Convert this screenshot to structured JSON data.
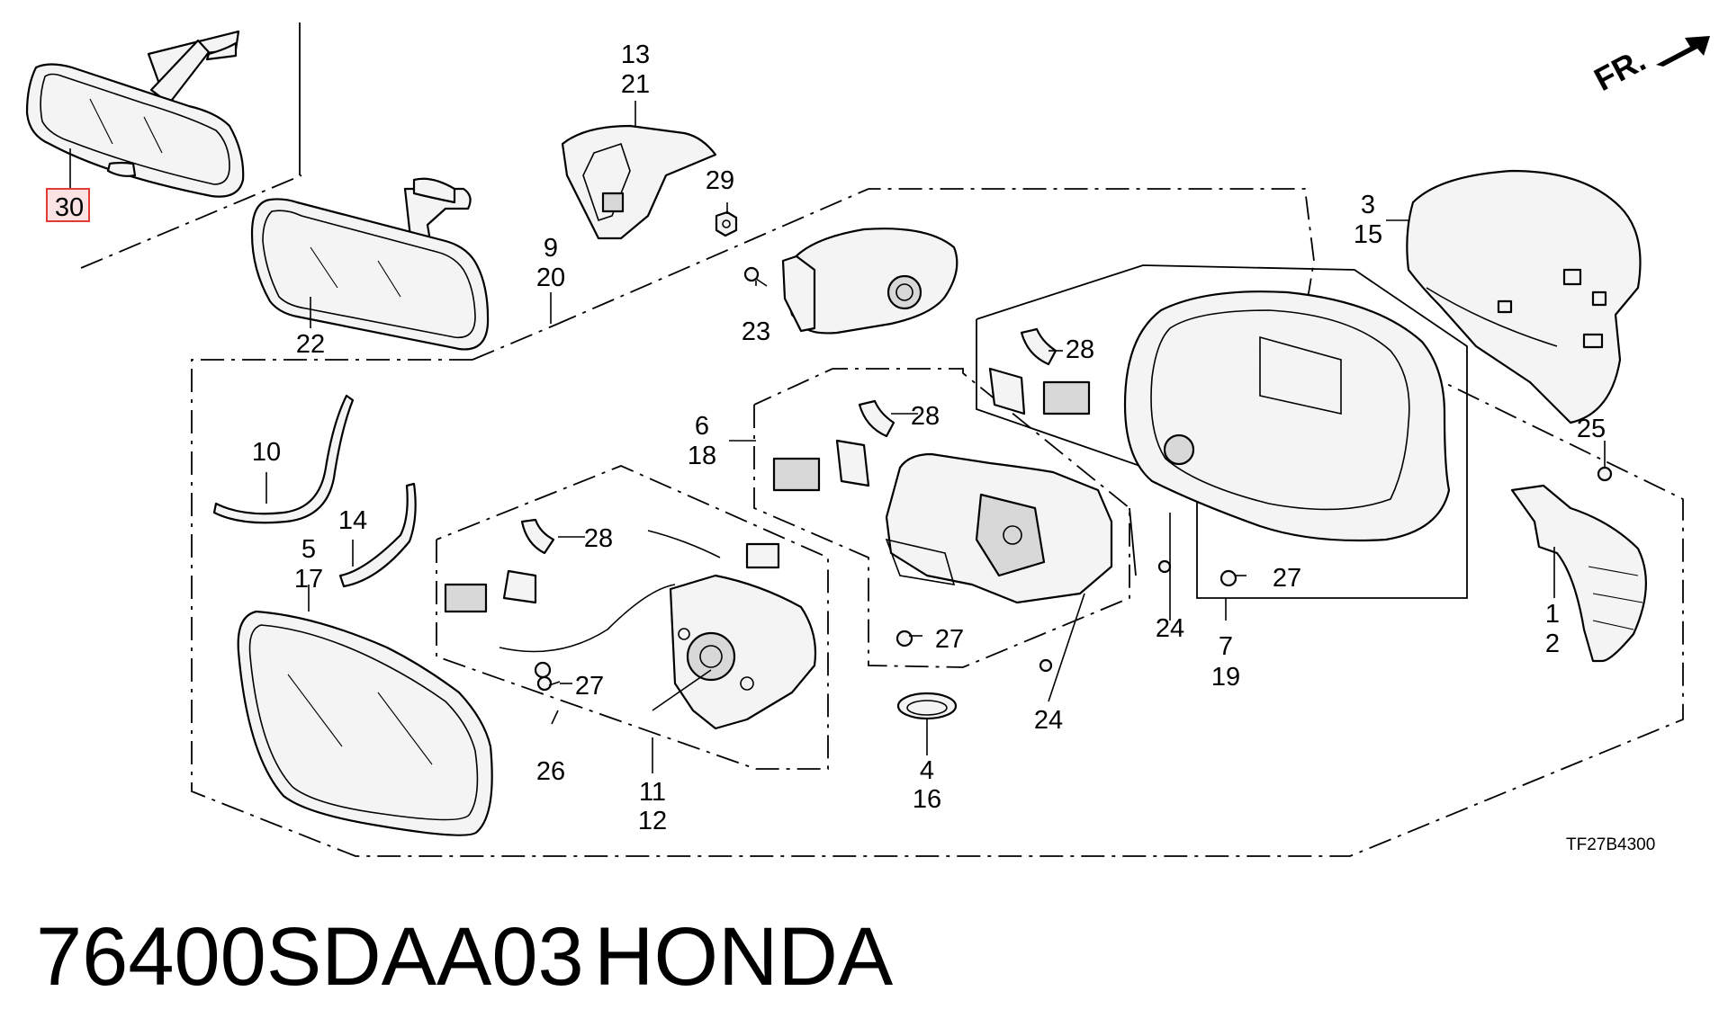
{
  "diagram": {
    "caption": {
      "part_number": "76400SDAA03",
      "brand": "HONDA"
    },
    "code": "TF27B4300",
    "front_marker": "FR.",
    "highlight_color": "#e53935",
    "callouts": [
      {
        "id": "30",
        "label": "30",
        "highlighted": true
      },
      {
        "id": "22",
        "label": "22"
      },
      {
        "id": "9",
        "label": "9"
      },
      {
        "id": "20",
        "label": "20"
      },
      {
        "id": "13",
        "label": "13"
      },
      {
        "id": "21",
        "label": "21"
      },
      {
        "id": "29",
        "label": "29"
      },
      {
        "id": "23",
        "label": "23"
      },
      {
        "id": "3",
        "label": "3"
      },
      {
        "id": "15",
        "label": "15"
      },
      {
        "id": "28a",
        "label": "28"
      },
      {
        "id": "28b",
        "label": "28"
      },
      {
        "id": "28c",
        "label": "28"
      },
      {
        "id": "6",
        "label": "6"
      },
      {
        "id": "18",
        "label": "18"
      },
      {
        "id": "10",
        "label": "10"
      },
      {
        "id": "14",
        "label": "14"
      },
      {
        "id": "5",
        "label": "5"
      },
      {
        "id": "17",
        "label": "17"
      },
      {
        "id": "27a",
        "label": "27"
      },
      {
        "id": "27b",
        "label": "27"
      },
      {
        "id": "27c",
        "label": "27"
      },
      {
        "id": "24a",
        "label": "24"
      },
      {
        "id": "24b",
        "label": "24"
      },
      {
        "id": "7",
        "label": "7"
      },
      {
        "id": "19",
        "label": "19"
      },
      {
        "id": "25",
        "label": "25"
      },
      {
        "id": "1",
        "label": "1"
      },
      {
        "id": "2",
        "label": "2"
      },
      {
        "id": "26",
        "label": "26"
      },
      {
        "id": "11",
        "label": "11"
      },
      {
        "id": "12",
        "label": "12"
      },
      {
        "id": "4",
        "label": "4"
      },
      {
        "id": "16",
        "label": "16"
      }
    ]
  }
}
